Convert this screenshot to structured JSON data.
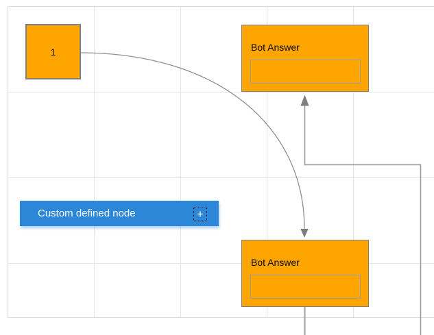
{
  "canvas": {
    "background": "#FFFFFF",
    "grid_line_color": "#E4E4E4",
    "grid_boundary_color": "#DCDCDC"
  },
  "nodes": {
    "start_square": {
      "label": "1",
      "fill": "#FFA500",
      "border_color": "#7F7F7F"
    },
    "bot_answer_top": {
      "title": "Bot Answer",
      "fill": "#FFA500",
      "border_color": "#7F7F7F",
      "input_value": "",
      "input_placeholder": "",
      "input_border_color": "#9E9E9E"
    },
    "bot_answer_bottom": {
      "title": "Bot Answer",
      "fill": "#FFA500",
      "border_color": "#7F7F7F",
      "input_value": "",
      "input_placeholder": "",
      "input_border_color": "#9E9E9E"
    },
    "custom_defined": {
      "label": "Custom defined node",
      "fill": "#2D87D9",
      "text_color": "#FFFFFF",
      "add_button_label": "+"
    }
  },
  "connectors": {
    "curve_color": "#8E8E8E",
    "ortho_color": "#9A9A9A",
    "stub_color": "#A6A6A6",
    "arrow_color": "#7D7D7D"
  }
}
